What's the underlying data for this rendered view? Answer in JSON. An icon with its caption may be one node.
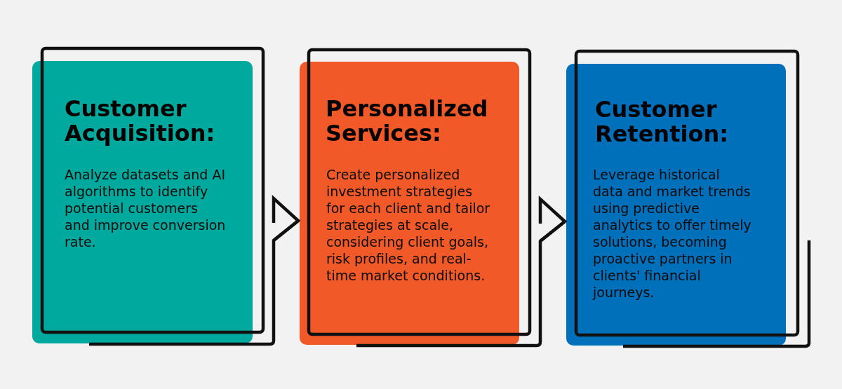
{
  "diagram": {
    "nodes": [
      {
        "text": [
          "Customer Acquisition:",
          "Analyze datasets and AI algorithms to identify potential customers and improve conversion rate."
        ]
      },
      {
        "text": [
          "Personalized Services:",
          "Create personalized investment strategies for each client and tailor strategies at scale, considering client goals, risk profiles, and real-time market conditions."
        ]
      },
      {
        "text": [
          "Customer Retention:",
          "Leverage historical data and market trends using predictive analytics to offer timely solutions, becoming proactive partners in clients' financial journeys."
        ]
      }
    ],
    "edges": [
      {
        "from": 0,
        "to": 1,
        "arrow": "to"
      },
      {
        "from": 1,
        "to": 2,
        "arrow": "to"
      },
      {
        "from": 2,
        "to": null,
        "arrow": "none"
      }
    ]
  }
}
